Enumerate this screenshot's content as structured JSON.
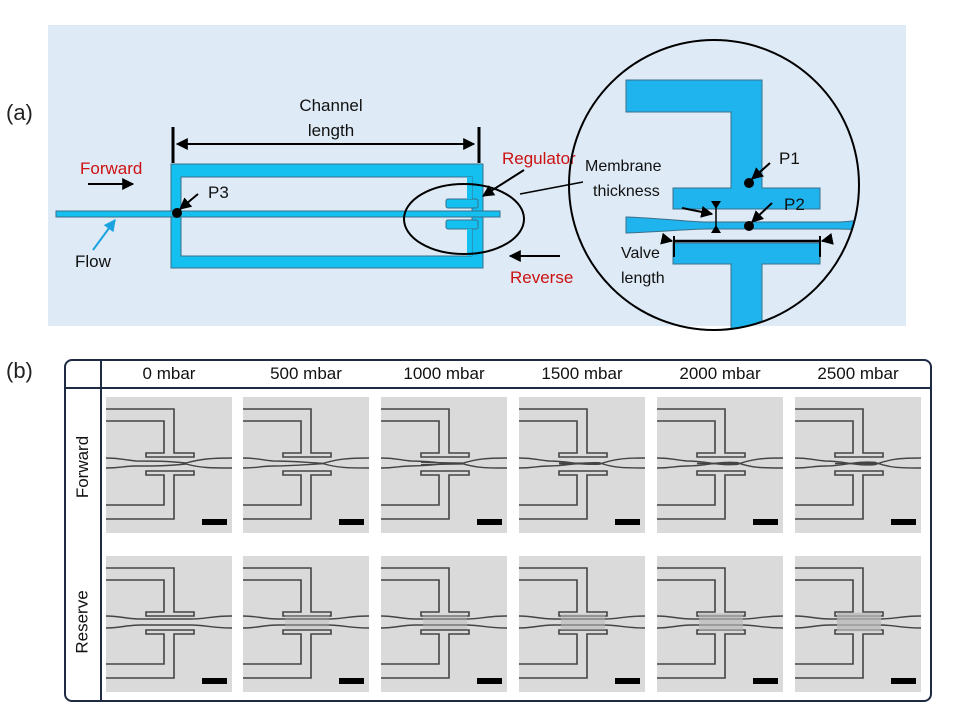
{
  "panel_a": {
    "label": "(a)",
    "channel_length_label": [
      "Channel",
      "length"
    ],
    "forward_label": "Forward",
    "reverse_label": "Reverse",
    "flow_label": "Flow",
    "regulator_label": "Regulator",
    "p3_label": "P3",
    "p1_label": "P1",
    "p2_label": "P2",
    "membrane_label": [
      "Membrane",
      "thickness"
    ],
    "valve_label": [
      "Valve",
      "length"
    ],
    "colors": {
      "background": "#deeaf6",
      "channel": "#14c0f0",
      "highlight_text": "#cc1111",
      "flow_arrow": "#1aa3e0"
    }
  },
  "panel_b": {
    "label": "(b)",
    "columns": [
      "0 mbar",
      "500 mbar",
      "1000 mbar",
      "1500 mbar",
      "2000 mbar",
      "2500 mbar"
    ],
    "rows": [
      {
        "label": "Forward",
        "mode": "forward",
        "deflection": [
          0.0,
          0.2,
          0.45,
          0.7,
          0.8,
          0.9
        ]
      },
      {
        "label": "Reserve",
        "mode": "reverse",
        "deflection": [
          0.0,
          0.15,
          0.3,
          0.5,
          0.7,
          0.9
        ]
      }
    ]
  }
}
